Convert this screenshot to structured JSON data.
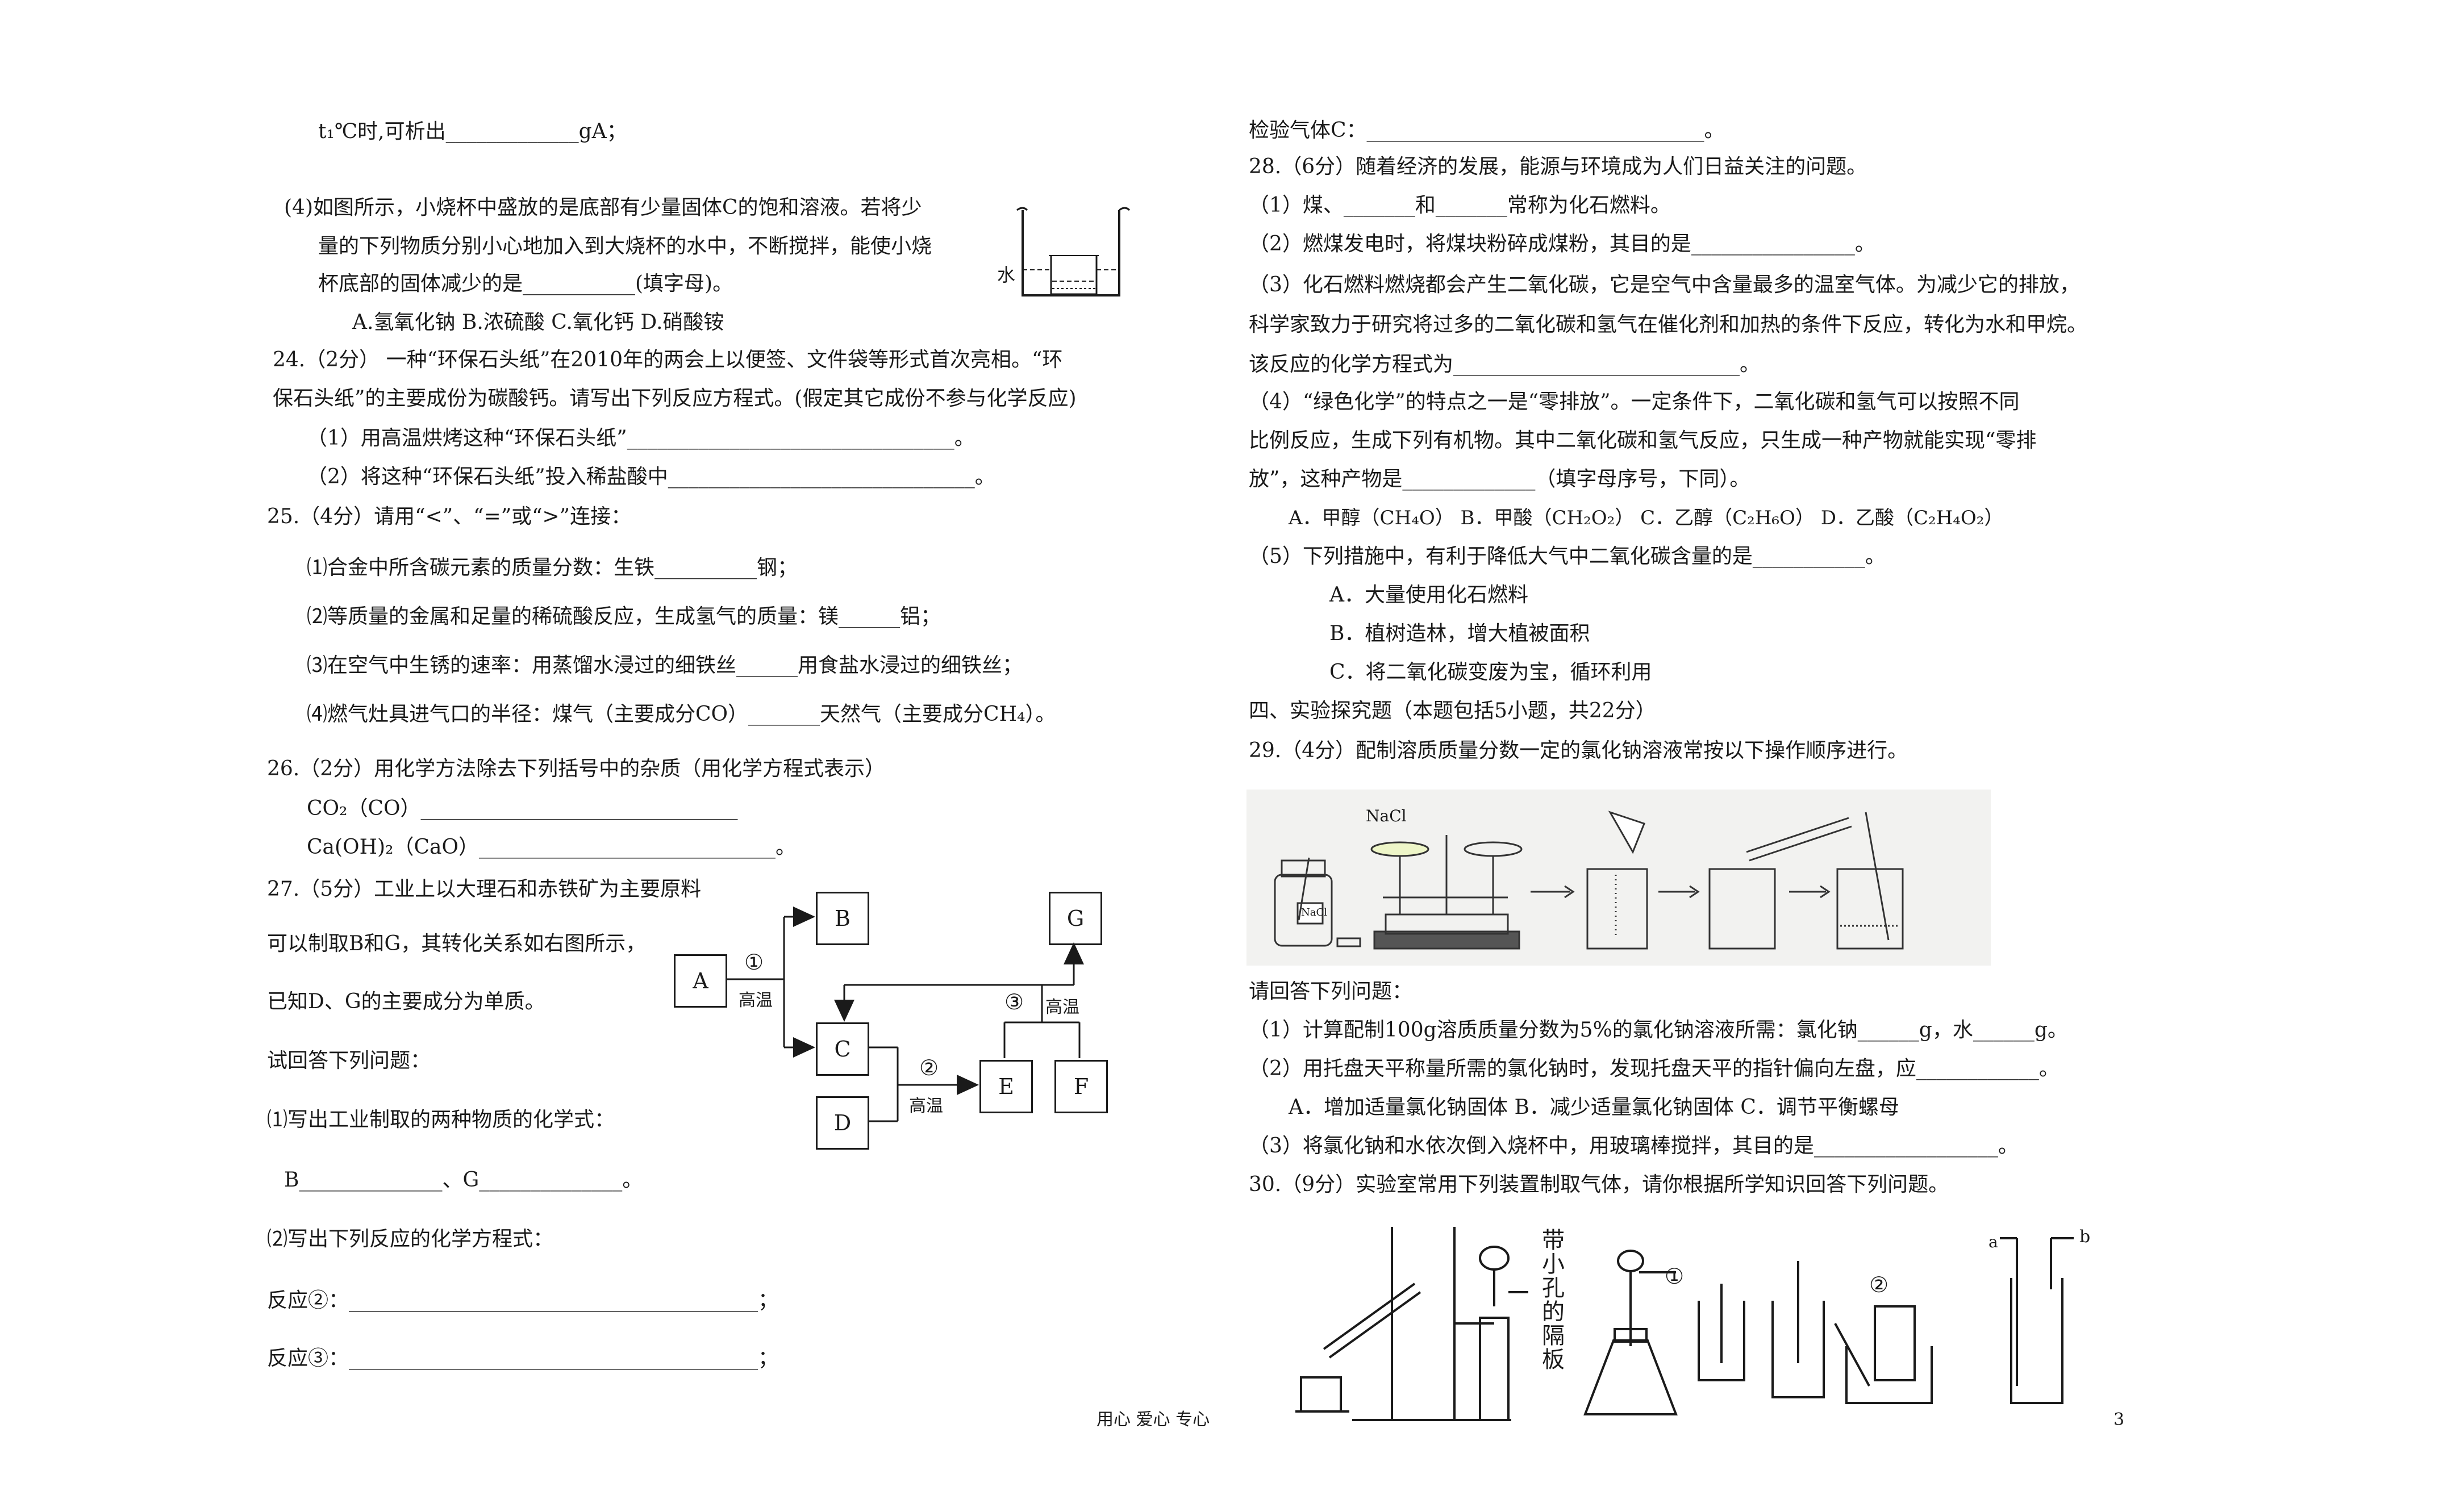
{
  "left": {
    "l01": "t₁℃时,可析出_____________gA；",
    "l02": "(4)如图所示，小烧杯中盛放的是底部有少量固体C的饱和溶液。若将少",
    "l03": "量的下列物质分别小心地加入到大烧杯的水中，不断搅拌，能使小烧",
    "l04": "杯底部的固体减少的是___________(填字母)。",
    "water_label": "水",
    "l05": "A.氢氧化钠        B.浓硫酸        C.氧化钙        D.硝酸铵",
    "l06": "24.（2分）  一种“环保石头纸”在2010年的两会上以便签、文件袋等形式首次亮相。“环",
    "l07": "保石头纸”的主要成份为碳酸钙。请写出下列反应方程式。(假定其它成份不参与化学反应)",
    "l08": "（1）用高温烘烤这种“环保石头纸”________________________________。",
    "l09": "（2）将这种“环保石头纸”投入稀盐酸中______________________________。",
    "l10": "25.（4分）请用“<”、“=”或“>”连接：",
    "l11": "⑴合金中所含碳元素的质量分数：生铁__________钢；",
    "l12": "⑵等质量的金属和足量的稀硫酸反应，生成氢气的质量：镁______铝；",
    "l13": "⑶在空气中生锈的速率：用蒸馏水浸过的细铁丝______用食盐水浸过的细铁丝；",
    "l14": "⑷燃气灶具进气口的半径：煤气（主要成分CO）_______天然气（主要成分CH₄）。",
    "l15": "26.（2分）用化学方法除去下列括号中的杂质（用化学方程式表示）",
    "l16": "CO₂（CO）_______________________________",
    "l17": "Ca(OH)₂（CaO）_____________________________。",
    "l18": "27.（5分）工业上以大理石和赤铁矿为主要原料",
    "l19": "可以制取B和G，其转化关系如右图所示，",
    "l20": "已知D、G的主要成分为单质。",
    "l21": "试回答下列问题：",
    "l22": "⑴写出工业制取的两种物质的化学式：",
    "l23": "B______________、G______________。",
    "l24": "⑵写出下列反应的化学方程式：",
    "l25": "反应②：________________________________________；",
    "l26": "反应③：________________________________________；"
  },
  "diagram": {
    "A": "A",
    "B": "B",
    "C": "C",
    "D": "D",
    "E": "E",
    "F": "F",
    "G": "G",
    "c1": "①",
    "c2": "②",
    "c3": "③",
    "hot1": "高温",
    "hot2": "高温",
    "hot3": "高温"
  },
  "right": {
    "r01": "检验气体C：_________________________________。",
    "r02": "28.（6分）随着经济的发展，能源与环境成为人们日益关注的问题。",
    "r03": "（1）煤、_______和_______常称为化石燃料。",
    "r04": "（2）燃煤发电时，将煤块粉碎成煤粉，其目的是________________。",
    "r05": "（3）化石燃料燃烧都会产生二氧化碳，它是空气中含量最多的温室气体。为减少它的排放，",
    "r06": "科学家致力于研究将过多的二氧化碳和氢气在催化剂和加热的条件下反应，转化为水和甲烷。",
    "r07": "该反应的化学方程式为____________________________。",
    "r08": "（4）“绿色化学”的特点之一是“零排放”。一定条件下，二氧化碳和氢气可以按照不同",
    "r09": "比例反应，生成下列有机物。其中二氧化碳和氢气反应，只生成一种产物就能实现“零排",
    "r10": "放”，这种产物是_____________（填字母序号，下同）。",
    "r11": "A．甲醇（CH₄O）      B．甲酸（CH₂O₂）     C．乙醇（C₂H₆O）      D．乙酸（C₂H₄O₂）",
    "r12": "（5）下列措施中，有利于降低大气中二氧化碳含量的是___________。",
    "r13": "A．大量使用化石燃料",
    "r14": "B．植树造林，增大植被面积",
    "r15": "C．将二氧化碳变废为宝，循环利用",
    "r16": "四、实验探究题（本题包括5小题，共22分）",
    "r17": "29.（4分）配制溶质质量分数一定的氯化钠溶液常按以下操作顺序进行。",
    "nacl1": "NaCl",
    "nacl2": "NaCl",
    "r18": "请回答下列问题：",
    "r19": "（1）计算配制100g溶质质量分数为5%的氯化钠溶液所需：氯化钠______g，水______g。",
    "r20": "（2）用托盘天平称量所需的氯化钠时，发现托盘天平的指针偏向左盘，应____________。",
    "r21": "A．增加适量氯化钠固体  B．减少适量氯化钠固体  C．调节平衡螺母",
    "r22": "（3）将氯化钠和水依次倒入烧杯中，用玻璃棒搅拌，其目的是__________________。",
    "r23": "30.（9分）实验室常用下列装置制取气体，请你根据所学知识回答下列问题。",
    "vertical_label": "带小孔的隔板",
    "app_c1": "①",
    "app_c2": "②",
    "port_a": "a",
    "port_b": "b"
  },
  "footer": {
    "motto": "用心   爱心   专心",
    "page_number": "3"
  }
}
